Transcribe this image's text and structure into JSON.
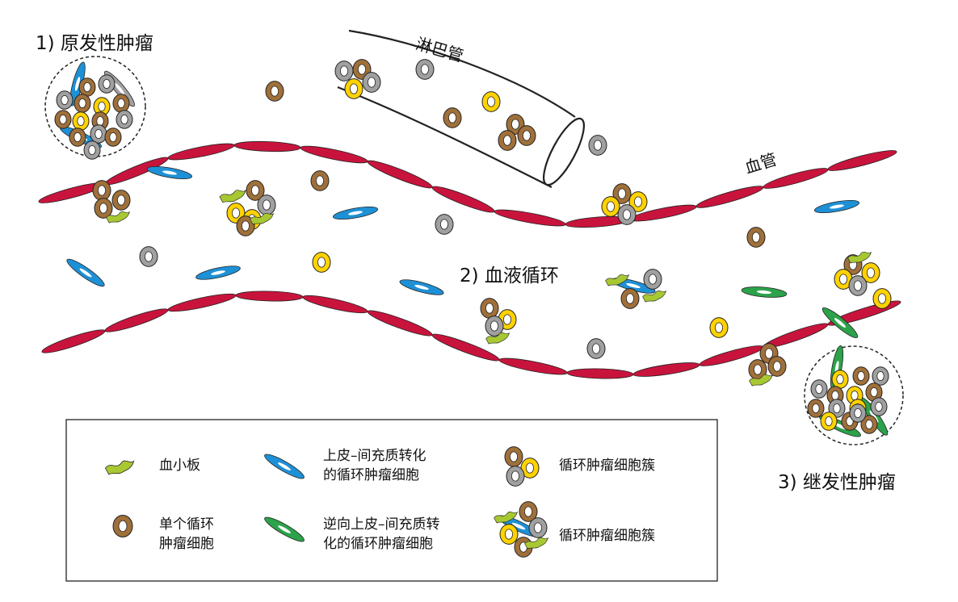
{
  "labels": {
    "primary_tumor": "1) 原发性肿瘤",
    "lymph_vessel": "淋巴管",
    "blood_vessel": "血管",
    "circulation": "2) 血液循环",
    "secondary_tumor": "3) 继发性肿瘤"
  },
  "legend": {
    "platelet": "血小板",
    "emt_ctc_line1": "上皮–间充质转化",
    "emt_ctc_line2": "的循环肿瘤细胞",
    "ctc_cluster_a": "循环肿瘤细胞簇",
    "single_ctc_line1": "单个循环",
    "single_ctc_line2": "肿瘤细胞",
    "met_ctc_line1": "逆向上皮–间充质转",
    "met_ctc_line2": "化的循环肿瘤细胞",
    "ctc_cluster_b": "循环肿瘤细胞簇"
  },
  "colors": {
    "vessel_cell": "#c8143c",
    "tumor_cell": "#a0703a",
    "gray_cell": "#a0a0a0",
    "yellow_cell": "#ffd200",
    "emt_cell": "#1e90d6",
    "met_cell": "#2ca24a",
    "platelet": "#a8c832",
    "outline": "#222222"
  }
}
